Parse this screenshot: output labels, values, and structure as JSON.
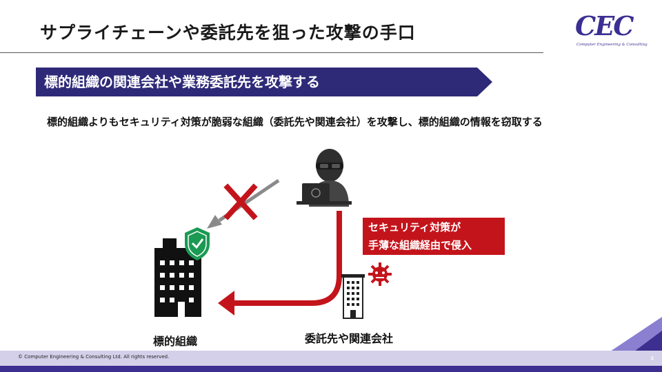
{
  "slide": {
    "title": "サプライチェーンや委託先を狙った攻撃の手口",
    "logo_text": "CEC",
    "logo_subtext": "Computer Engineering & Consulting",
    "banner": "標的組織の関連会社や業務委託先を攻撃する",
    "description": "標的組織よりもセキュリティ対策が脆弱な組織（委託先や関連会社）を攻撃し、標的組織の情報を窃取する",
    "callout": {
      "line1": "セキュリティ対策が",
      "line2": "手薄な組織経由で侵入"
    },
    "label_target": "標的組織",
    "label_subcontractor": "委託先や関連会社"
  },
  "footer": {
    "copyright": "© Computer Engineering & Consulting Ltd. All rights reserved.",
    "page_number": "4"
  },
  "colors": {
    "brand": "#3b2f93",
    "banner": "#2e2a78",
    "attack": "#c4141b",
    "shield": "#1a9a52"
  }
}
